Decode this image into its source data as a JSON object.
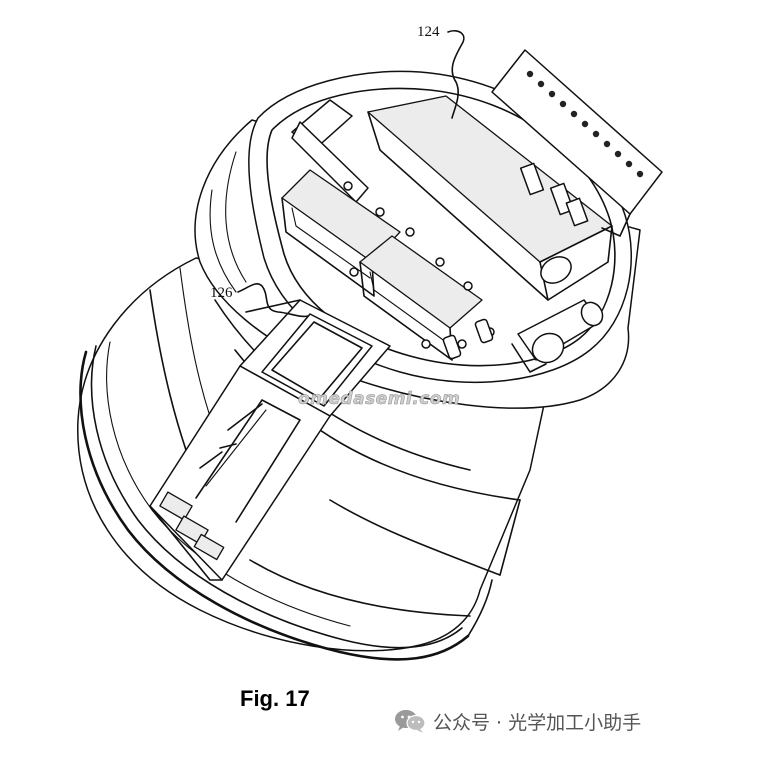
{
  "figure": {
    "caption": "Fig. 17",
    "reference_labels": {
      "label_124": "124",
      "label_126": "126"
    }
  },
  "watermark": {
    "text": "omedasemi.com"
  },
  "account_tag": {
    "icon": "wechat-icon",
    "text": "公众号 · 光学加工小助手"
  },
  "colors": {
    "line": "#111111",
    "background": "#ffffff",
    "watermark": "#cfcfcf",
    "tag_text": "#555555"
  }
}
